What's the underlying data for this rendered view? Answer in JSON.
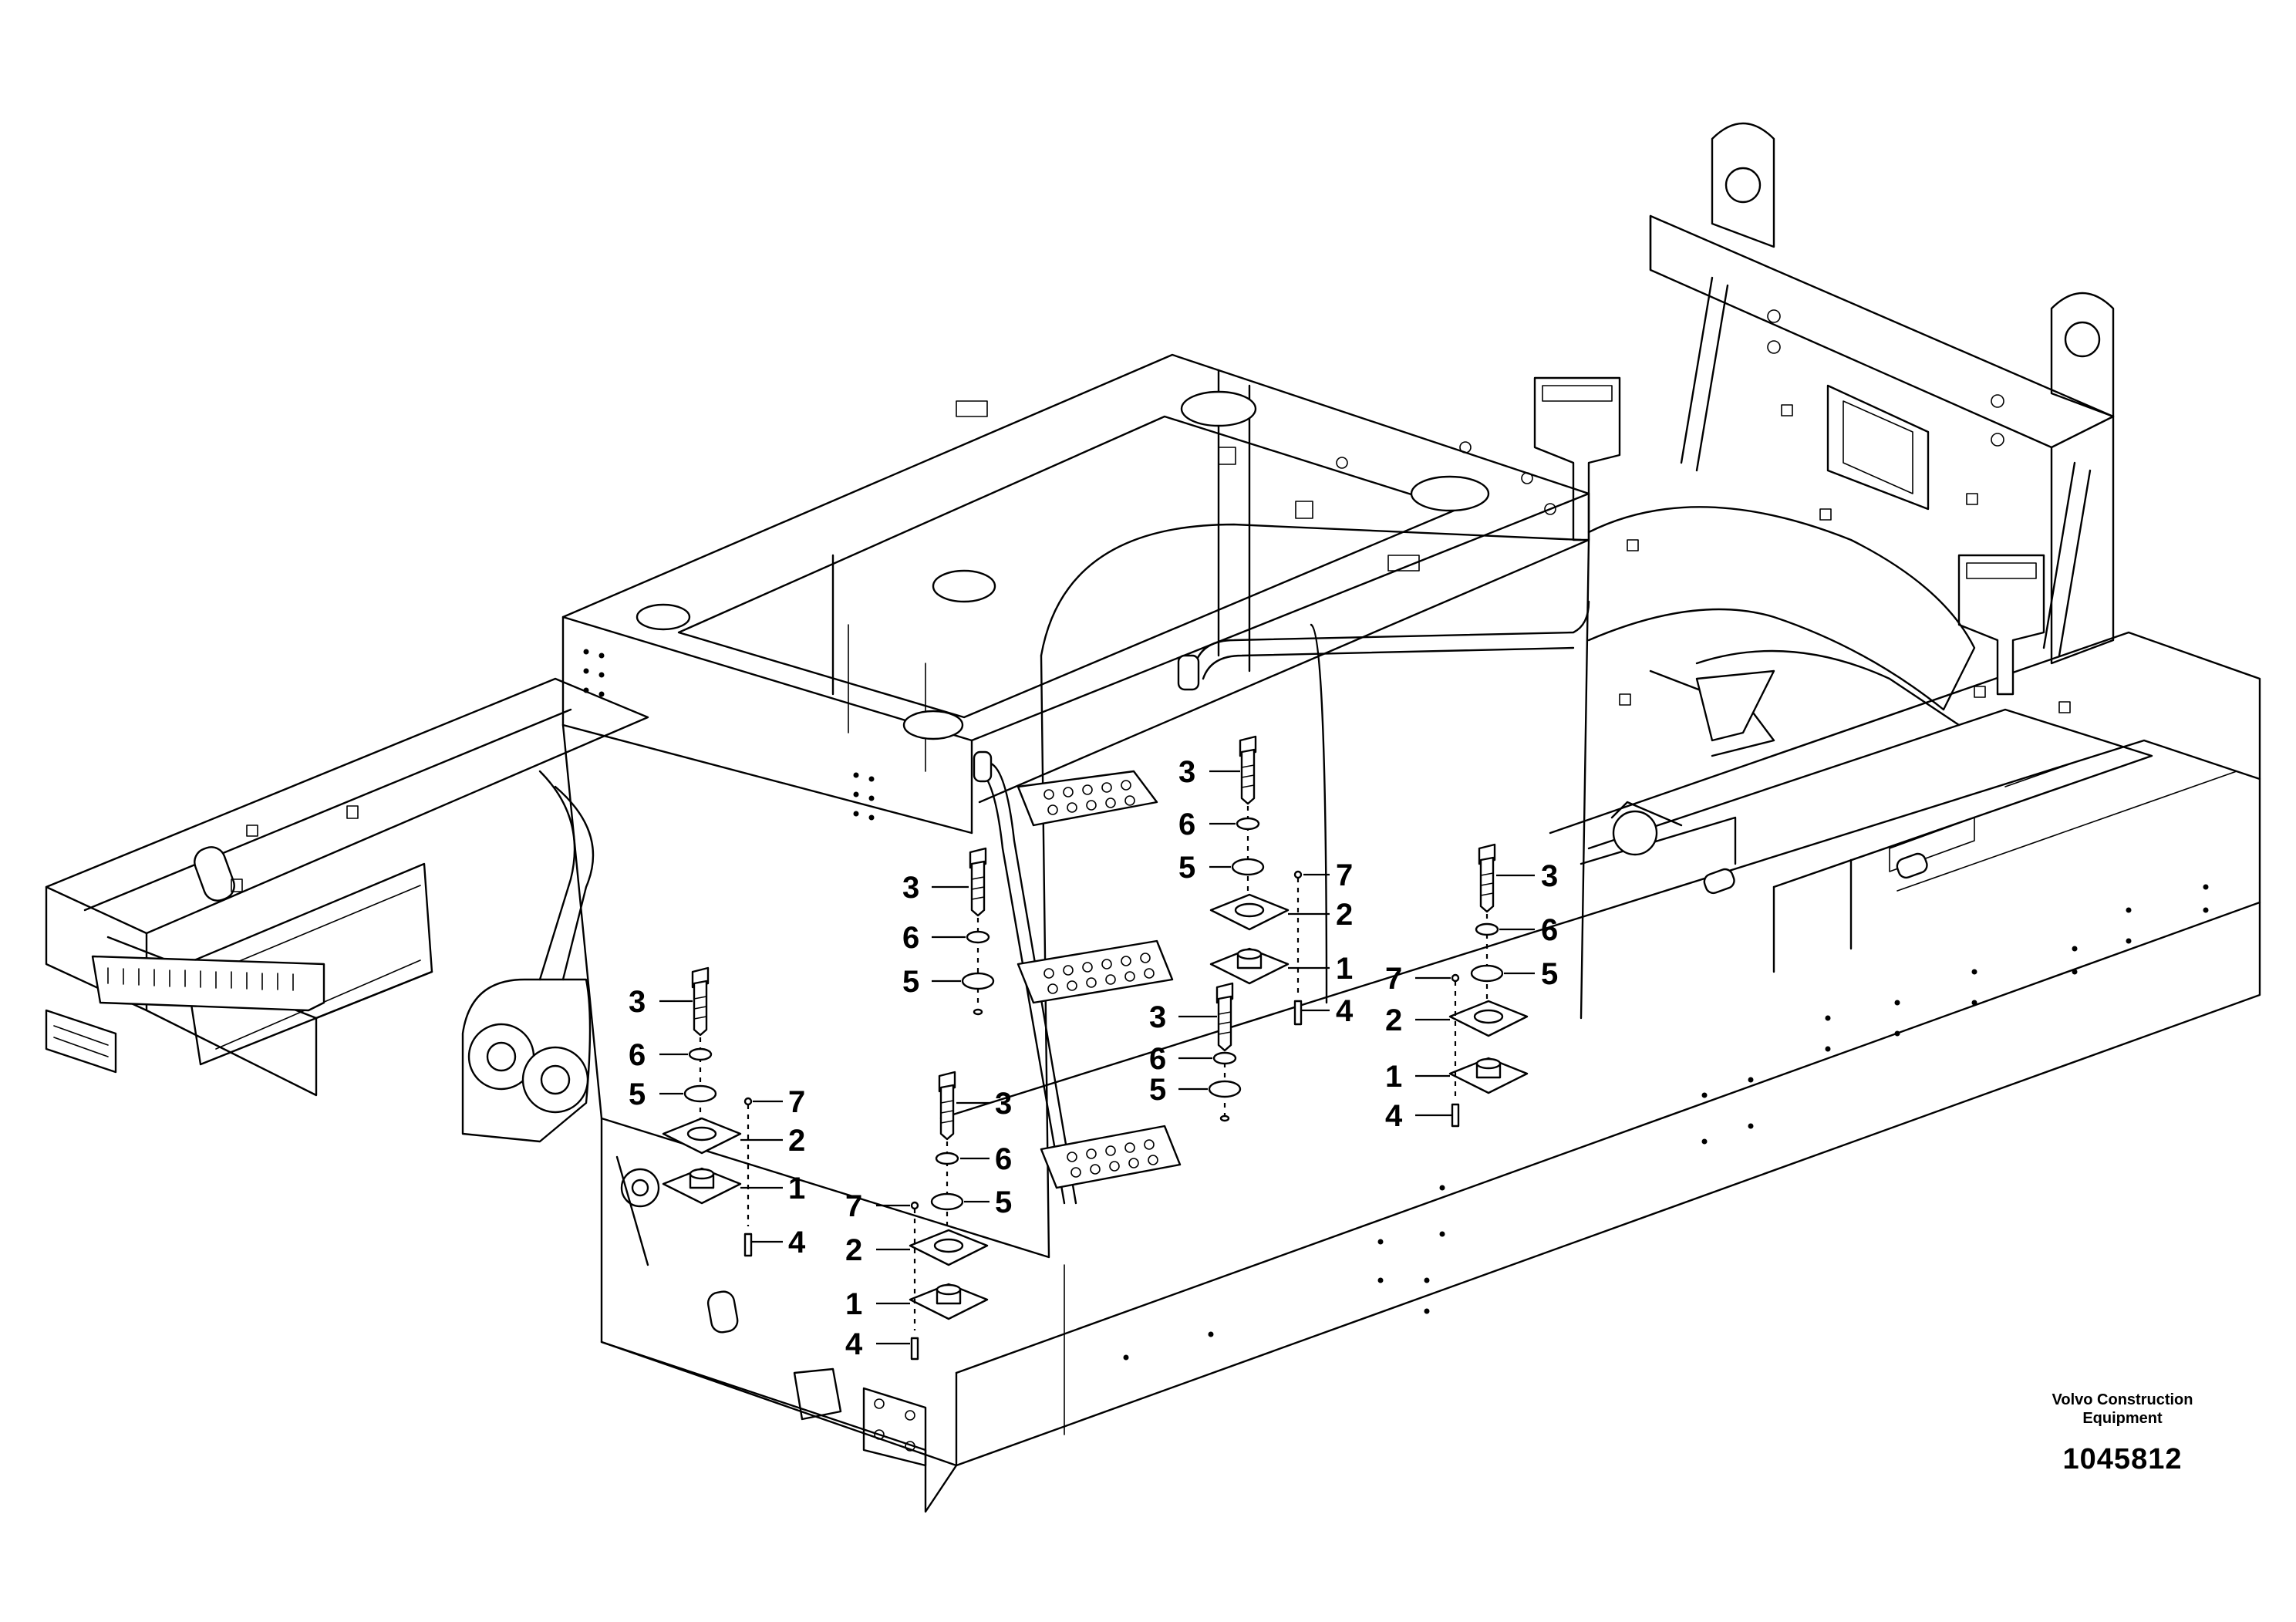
{
  "publisher": {
    "line1": "Volvo Construction",
    "line2": "Equipment"
  },
  "drawing_number": "1045812",
  "callouts": [
    {
      "group": "front-left",
      "label": "3"
    },
    {
      "group": "front-left",
      "label": "6"
    },
    {
      "group": "front-left",
      "label": "5"
    },
    {
      "group": "front-left",
      "label": "7"
    },
    {
      "group": "front-left",
      "label": "2"
    },
    {
      "group": "front-left",
      "label": "1"
    },
    {
      "group": "front-left",
      "label": "4"
    },
    {
      "group": "front-right",
      "label": "3"
    },
    {
      "group": "front-right",
      "label": "6"
    },
    {
      "group": "front-right",
      "label": "5"
    },
    {
      "group": "front-right",
      "label": "7"
    },
    {
      "group": "front-right",
      "label": "2"
    },
    {
      "group": "front-right",
      "label": "1"
    },
    {
      "group": "front-right",
      "label": "4"
    },
    {
      "group": "step-bolts",
      "label": "3"
    },
    {
      "group": "step-bolts",
      "label": "6"
    },
    {
      "group": "step-bolts",
      "label": "5"
    },
    {
      "group": "rear-center",
      "label": "3"
    },
    {
      "group": "rear-center",
      "label": "6"
    },
    {
      "group": "rear-center",
      "label": "5"
    },
    {
      "group": "rear-center",
      "label": "7"
    },
    {
      "group": "rear-center",
      "label": "2"
    },
    {
      "group": "rear-center",
      "label": "1"
    },
    {
      "group": "rear-center",
      "label": "4"
    },
    {
      "group": "mid-bolts",
      "label": "3"
    },
    {
      "group": "mid-bolts",
      "label": "6"
    },
    {
      "group": "mid-bolts",
      "label": "5"
    },
    {
      "group": "rear-right",
      "label": "3"
    },
    {
      "group": "rear-right",
      "label": "6"
    },
    {
      "group": "rear-right",
      "label": "5"
    },
    {
      "group": "rear-right",
      "label": "7"
    },
    {
      "group": "rear-right",
      "label": "2"
    },
    {
      "group": "rear-right",
      "label": "1"
    },
    {
      "group": "rear-right",
      "label": "4"
    }
  ]
}
